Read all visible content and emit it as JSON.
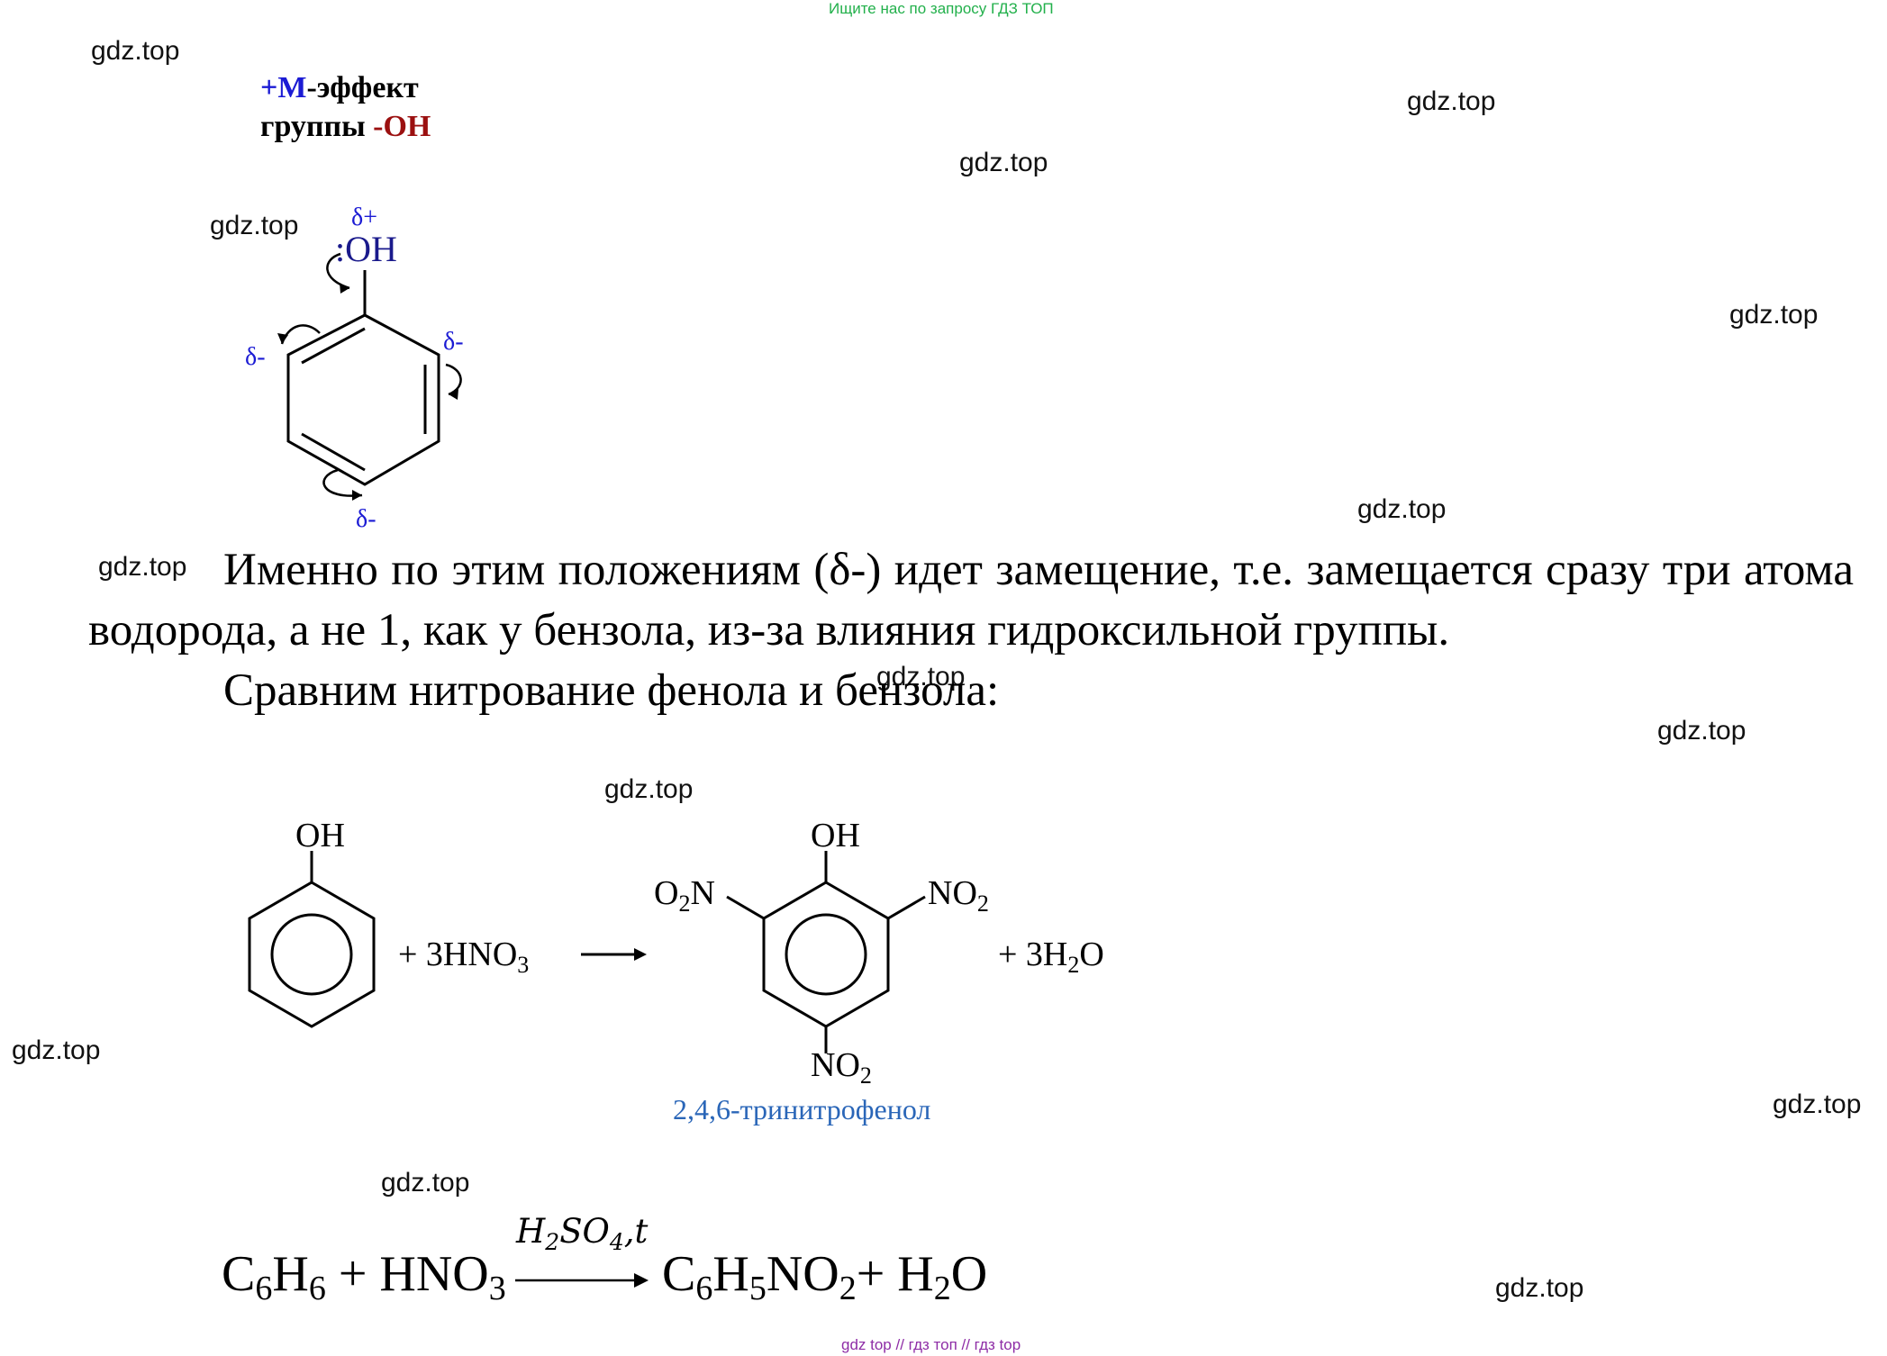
{
  "banner_top": "Ищите нас по запросу ГДЗ ТОП",
  "banner_bottom": "gdz top // гдз топ // гдз top",
  "watermark": "gdz.top",
  "heading": {
    "plus_m": "+M",
    "effect_word": "-эффект",
    "group_word": "группы",
    "oh_group": "-OH"
  },
  "phenol_diagram": {
    "delta_plus": "δ+",
    "oh": ":OH",
    "delta_minus": "δ-"
  },
  "paragraph1": "Именно по этим положениям (δ-) идет замещение, т.е. замещается сразу три атома водорода, а не 1, как у бензола, из-за влияния гидроксильной группы.",
  "paragraph2": "Сравним нитрование фенола и бензола:",
  "nitration": {
    "oh": "OH",
    "reagent": "+ 3HNO",
    "reagent_sub": "3",
    "no2": "NO",
    "o2n_left": "O",
    "o2n_sub": "2",
    "o2n_right": "N",
    "no2_sub": "2",
    "plus_water": "+ 3H",
    "water_sub": "2",
    "water_o": "O",
    "product_name": "2,4,6-тринитрофенол"
  },
  "benzene_equation": {
    "c": "C",
    "c_sub": "6",
    "h": "H",
    "h_sub": "6",
    "plus_hno": " + HNO",
    "hno_sub": "3",
    "prod_c": "C",
    "prod_c_sub": "6",
    "prod_h": "H",
    "prod_h_sub": "5",
    "prod_no": "NO",
    "prod_no_sub": "2",
    "plus_h": "+ H",
    "water_sub": "2",
    "water_o": "O",
    "cond_h": "H",
    "cond_h_sub": "2",
    "cond_so": "SO",
    "cond_so_sub": "4",
    "cond_rest": ",t"
  }
}
